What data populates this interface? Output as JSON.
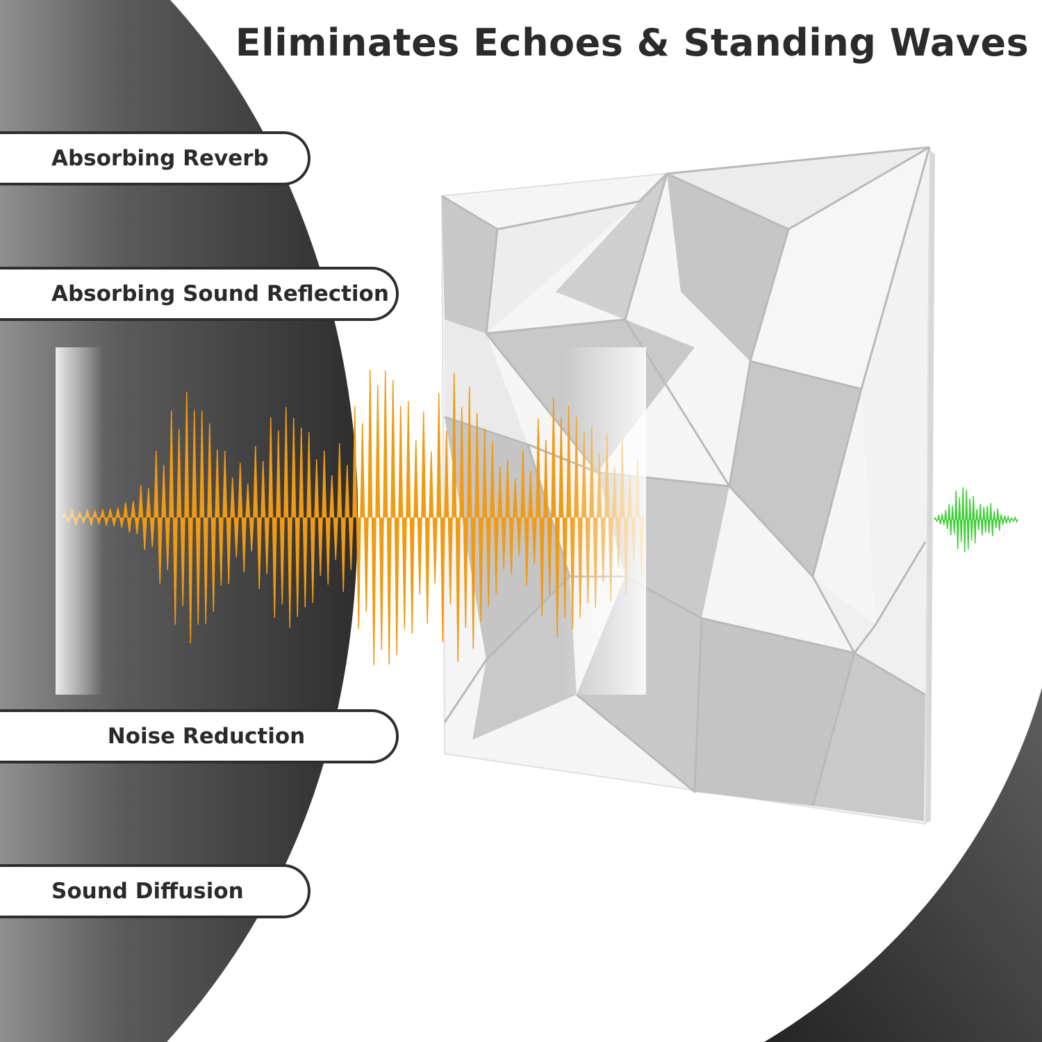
{
  "headline": "Eliminates Echoes & Standing Waves",
  "features": [
    {
      "label": "Absorbing Reverb"
    },
    {
      "label": "Absorbing Sound Reflection"
    },
    {
      "label": "Noise Reduction"
    },
    {
      "label": "Sound Diffusion"
    }
  ],
  "colors": {
    "incoming_wave": "#f29a10",
    "outgoing_wave": "#3fcf3a",
    "dark_arc": "#3a3a3a",
    "panel": "#f4f4f4",
    "panel_shadow": "#c9c9c9"
  },
  "icons": [
    "sound-wave-icon",
    "reduced-sound-wave-icon"
  ]
}
